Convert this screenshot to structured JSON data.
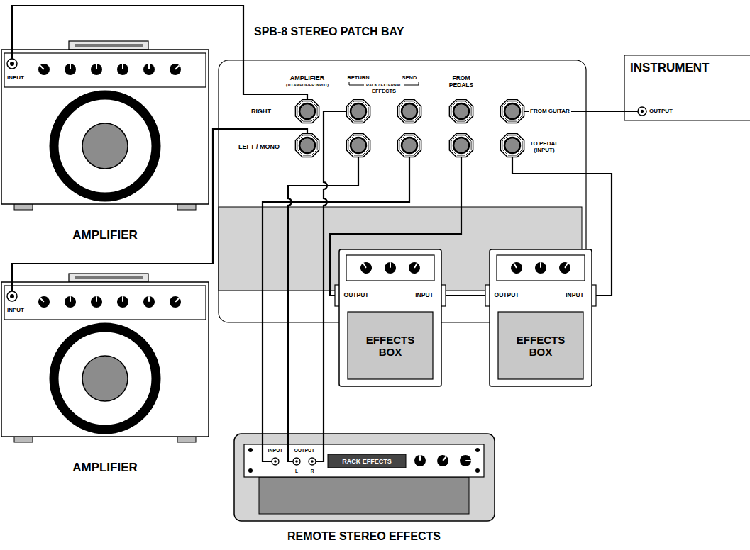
{
  "diagram": {
    "nodes": [
      {
        "text": [
          "INPUT",
          "AMPLIFIER"
        ]
      },
      {
        "text": [
          "SPB-8 STEREO PATCH BAY",
          "AMPLIFIER",
          "(TO AMPLIFIER INPUT)",
          "RETURN",
          "SEND",
          "RACK / EXTERNAL",
          "EFFECTS",
          "FROM PEDALS",
          "RIGHT",
          "LEFT / MONO",
          "FROM GUITAR",
          "TO PEDAL (INPUT)"
        ]
      },
      {
        "text": [
          "INSTRUMENT",
          "OUTPUT"
        ]
      },
      {
        "text": [
          "OUTPUT",
          "INPUT",
          "EFFECTS BOX"
        ]
      },
      {
        "text": [
          "OUTPUT",
          "INPUT",
          "EFFECTS BOX"
        ]
      },
      {
        "text": [
          "INPUT",
          "AMPLIFIER"
        ]
      },
      {
        "text": [
          "INPUT",
          "OUTPUT",
          "L",
          "R",
          "RACK EFFECTS",
          "REMOTE STEREO EFFECTS"
        ]
      }
    ],
    "edges": [
      {
        "from": 2,
        "to": 1,
        "arrow": "none"
      },
      {
        "from": 1,
        "to": 4,
        "arrow": "none"
      },
      {
        "from": 4,
        "to": 3,
        "arrow": "none"
      },
      {
        "from": 3,
        "to": 1,
        "arrow": "none"
      },
      {
        "from": 1,
        "to": 6,
        "arrow": "none"
      },
      {
        "from": 6,
        "to": 1,
        "arrow": "none"
      },
      {
        "from": 6,
        "to": 1,
        "arrow": "none"
      },
      {
        "from": 1,
        "to": 0,
        "arrow": "none"
      },
      {
        "from": 1,
        "to": 5,
        "arrow": "none"
      }
    ]
  }
}
